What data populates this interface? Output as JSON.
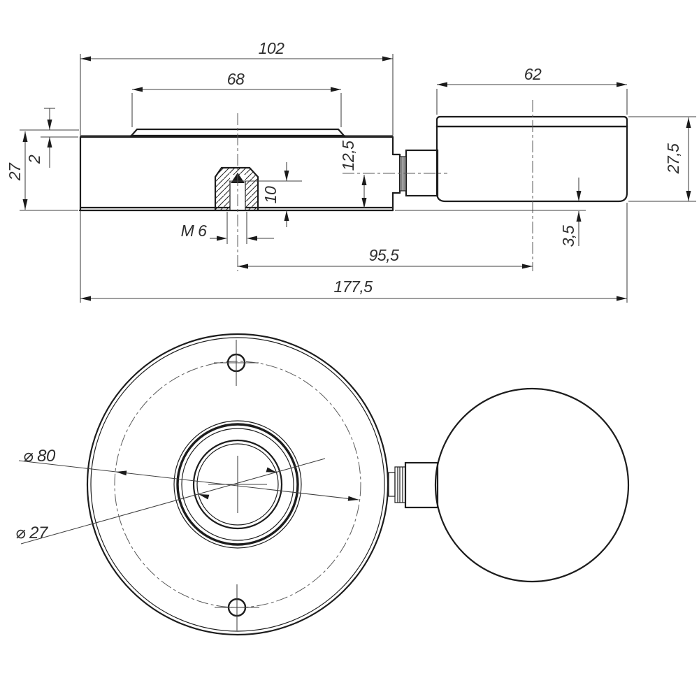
{
  "dims": {
    "len_102": "102",
    "len_68": "68",
    "len_62": "62",
    "h_27": "27",
    "t_2": "2",
    "h_12_5": "12,5",
    "depth_10": "10",
    "thread_m6": "M 6",
    "len_95_5": "95,5",
    "gap_3_5": "3,5",
    "h_27_5": "27,5",
    "len_177_5": "177,5",
    "dia_80": "⌀ 80",
    "dia_27": "⌀ 27"
  }
}
